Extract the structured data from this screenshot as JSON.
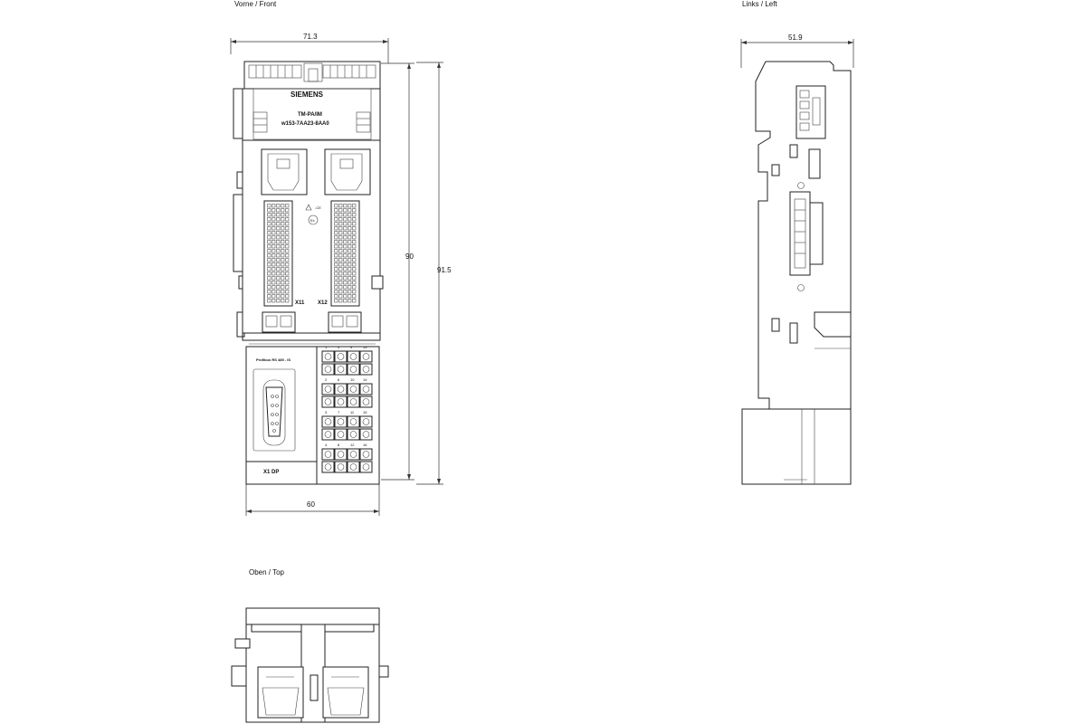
{
  "views": {
    "front": {
      "title": "Vorne / Front"
    },
    "left": {
      "title": "Links / Left"
    },
    "top": {
      "title": "Oben / Top"
    }
  },
  "dimensions": {
    "front_width": "71.3",
    "front_height_inner": "90",
    "front_height_outer": "91.5",
    "front_bottom_width": "60",
    "side_width": "51.9"
  },
  "module": {
    "brand": "SIEMENS",
    "name": "TM-PA/IM",
    "order_number": "w153-7AA23-8AA0",
    "connector_x11": "X11",
    "connector_x12": "X12",
    "connector_x1": "X1 DP",
    "profibus_label": "Profibus RS 485 - IS",
    "terminal_rows": [
      [
        "1",
        "5",
        "9",
        "13"
      ],
      [
        "2",
        "6",
        "10",
        "14"
      ],
      [
        "3",
        "7",
        "11",
        "15"
      ],
      [
        "4",
        "8",
        "12",
        "16"
      ]
    ]
  }
}
